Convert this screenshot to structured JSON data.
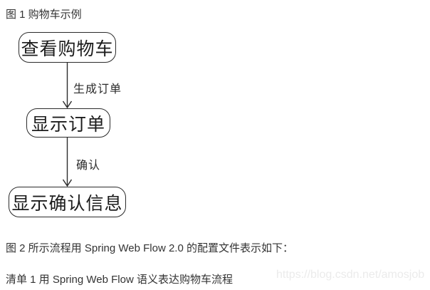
{
  "document": {
    "figure1_caption": "图 1 购物车示例",
    "figure2_text": "图 2 所示流程用 Spring Web Flow 2.0 的配置文件表示如下：",
    "listing1_caption": "清单 1 用 Spring Web Flow 语义表达购物车流程",
    "watermark": "https://blog.csdn.net/amosjob"
  },
  "flowchart": {
    "type": "vertical-flow",
    "nodes": [
      {
        "id": "view-cart",
        "label": "查看购物车"
      },
      {
        "id": "show-order",
        "label": "显示订单"
      },
      {
        "id": "show-confirm",
        "label": "显示确认信息"
      }
    ],
    "edges": [
      {
        "from": "view-cart",
        "to": "show-order",
        "label": "生成订单"
      },
      {
        "from": "show-order",
        "to": "show-confirm",
        "label": "确认"
      }
    ]
  },
  "colors": {
    "background": "#ffffff",
    "body_text": "#333333",
    "diagram_stroke": "#2b2b2b",
    "watermark_text": "#ebebeb"
  }
}
